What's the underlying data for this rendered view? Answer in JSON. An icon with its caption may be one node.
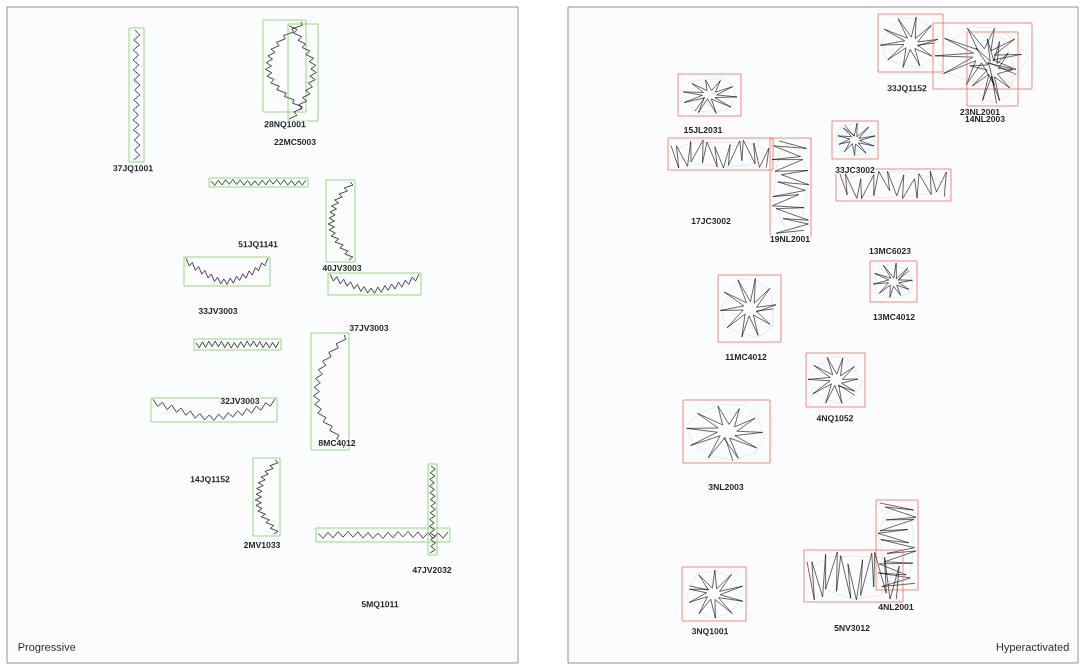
{
  "diagram": {
    "labels": [
      "37JQ1001",
      "28NQ1001",
      "22MC5003",
      "51JQ1141",
      "40JV3003",
      "33JV3003",
      "37JV3003",
      "32JV3003",
      "8MC4012",
      "14JQ1152",
      "2MV1033",
      "47JV2032",
      "5MQ1011",
      "Progressive",
      "33JQ1152",
      "23NL2001",
      "14NL2003",
      "15JL2031",
      "33JC3002",
      "17JC3002",
      "19NL2001",
      "13MC6023",
      "13MC4012",
      "11MC4012",
      "4NQ1052",
      "3NL2003",
      "4NL2001",
      "3NQ1001",
      "5NV3012",
      "Hyperactivated"
    ]
  }
}
